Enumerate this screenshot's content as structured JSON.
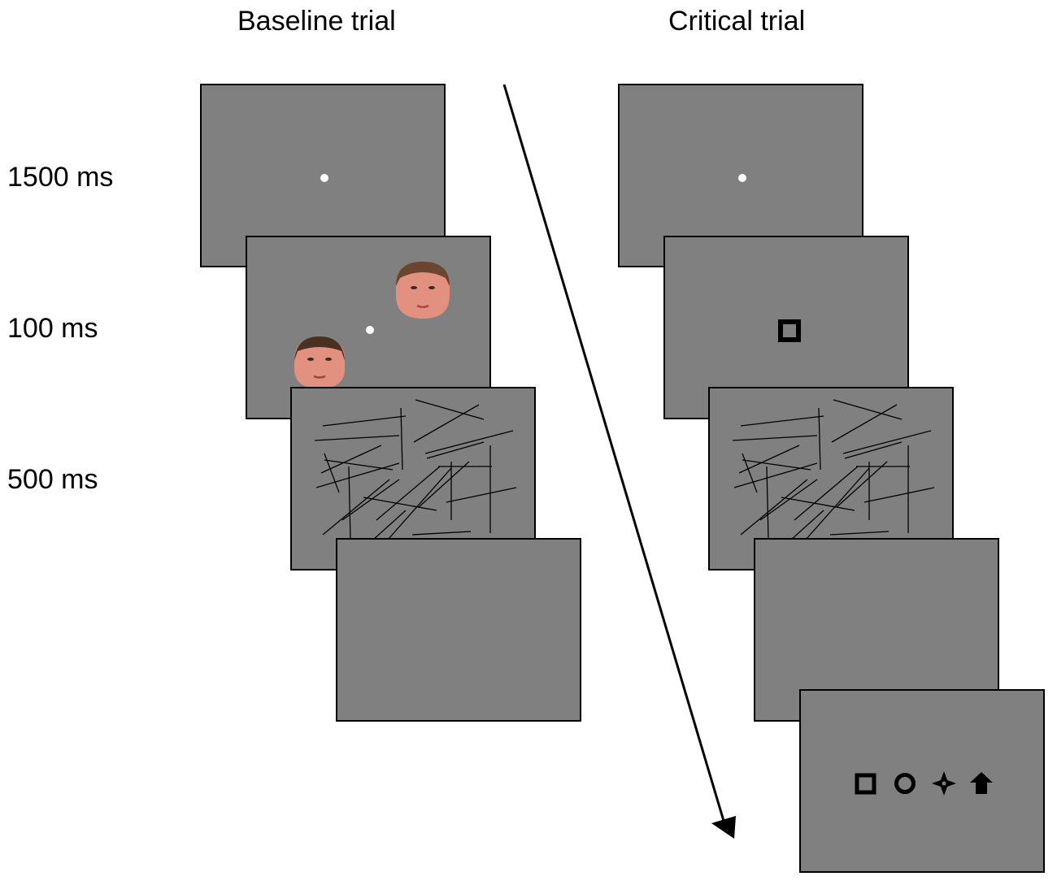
{
  "headings": {
    "baseline": "Baseline trial",
    "critical": "Critical trial"
  },
  "timing_labels": [
    "1500 ms",
    "100 ms",
    "500 ms"
  ],
  "colors": {
    "screen_gray": "#808080",
    "fixation_white": "#ffffff",
    "line": "#000000",
    "skin": "#e29080",
    "hair": "#5a3a28"
  },
  "icons": {
    "fixation": "fixation-dot",
    "faces": [
      "male-face",
      "female-face"
    ],
    "probe": "square-outline",
    "response_options": [
      "square-outline",
      "circle-outline",
      "star-cross",
      "up-arrow"
    ]
  }
}
